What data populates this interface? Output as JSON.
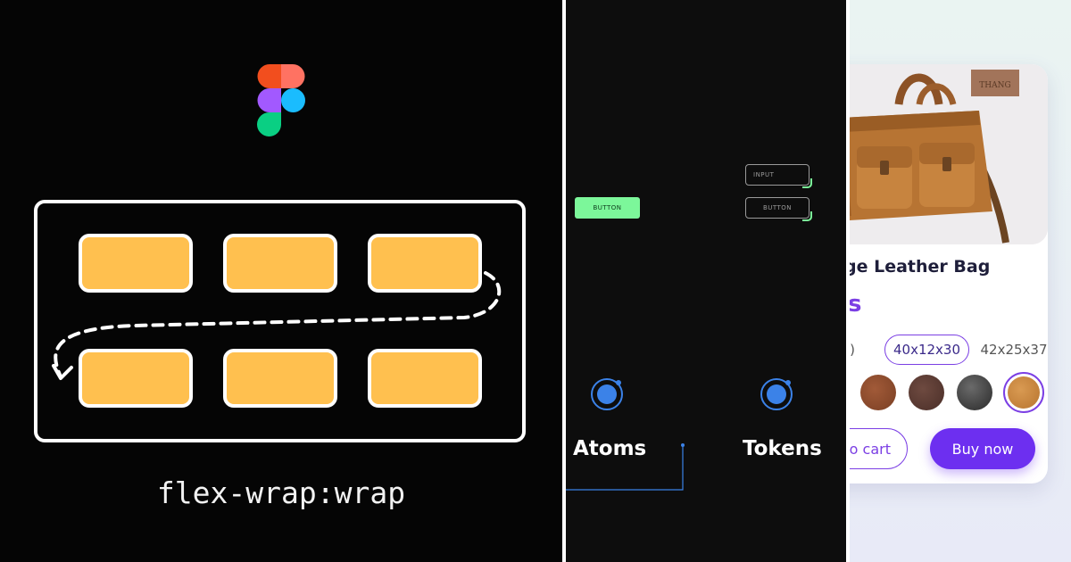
{
  "panel1": {
    "code_label": "flex-wrap:wrap",
    "box_color": "#FFC04F",
    "logo_icon": "figma-logo-icon"
  },
  "panel2": {
    "components": {
      "primary_button": "BUTTON",
      "input": "INPUT",
      "outline_button": "BUTTON"
    },
    "accent_color": "#7CF79A",
    "labels": {
      "atoms": "Atoms",
      "tokens": "Tokens"
    },
    "icon": "atom-icon"
  },
  "panel3": {
    "product_title": "ge Leather Bag",
    "price_fragment": "s",
    "sizes": [
      ")",
      "40x12x30",
      "42x25x37"
    ],
    "selected_size": "40x12x30",
    "brand_tag": "THANG",
    "swatch_colors": [
      "#8a4a2e",
      "#5a3a30",
      "#3a3a3a",
      "#c98a42"
    ],
    "buttons": {
      "add_to_cart": "to cart",
      "buy_now": "Buy now"
    },
    "accent_color": "#6d2ff0"
  }
}
